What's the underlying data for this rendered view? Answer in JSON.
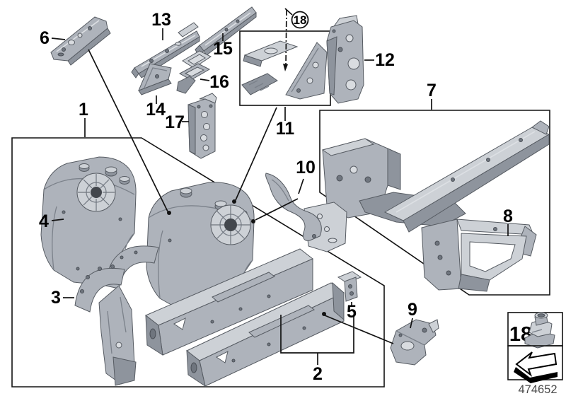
{
  "diagram": {
    "type": "exploded-parts-diagram",
    "part_code": "474652",
    "colors": {
      "background": "#ffffff",
      "line": "#121212",
      "part_light": "#cdd1d6",
      "part_mid": "#aeb3bb",
      "part_dark": "#8e949d",
      "code_text": "#4a4a4a"
    },
    "labels": {
      "n1": "1",
      "n2": "2",
      "n3": "3",
      "n4": "4",
      "n5": "5",
      "n6": "6",
      "n7": "7",
      "n8": "8",
      "n9": "9",
      "n10": "10",
      "n11": "11",
      "n12": "12",
      "n13": "13",
      "n14": "14",
      "n15": "15",
      "n16": "16",
      "n17": "17"
    },
    "callout": {
      "text": "18"
    },
    "legend": {
      "number": "18",
      "icons": {
        "fastener": "cage-nut-icon",
        "direction": "direction-arrow-icon"
      }
    }
  }
}
